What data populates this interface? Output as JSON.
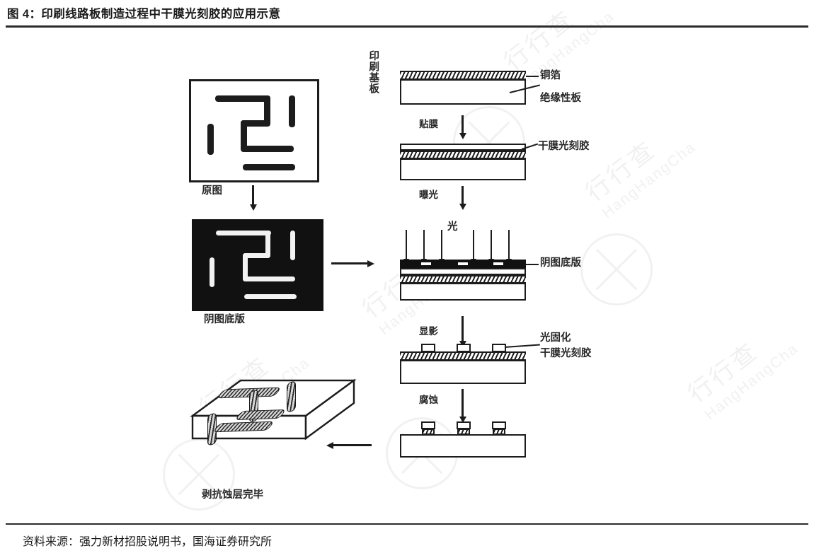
{
  "figure": {
    "title": "图 4：印刷线路板制造过程中干膜光刻胶的应用示意",
    "source": "资料来源：强力新材招股说明书，国海证券研究所"
  },
  "watermark": {
    "cn": "行行查",
    "en": "HangHangCha"
  },
  "diagram": {
    "type": "process-flow",
    "left_column": {
      "original_artwork_label": "原图",
      "negative_artwork_label": "阴图底版",
      "finished_board_label": "剥抗蚀层完毕"
    },
    "right_column": {
      "substrate_group_label": "印刷基板",
      "copper_foil_label": "铜箔",
      "insulating_board_label": "绝缘性板",
      "laminate_step_label": "贴膜",
      "dry_film_resist_label": "干膜光刻胶",
      "expose_step_label": "曝光",
      "light_label": "光",
      "negative_mask_label": "阴图底版",
      "develop_step_label": "显影",
      "photocured_label": "光固化",
      "photocured_resist_label": "干膜光刻胶",
      "etch_step_label": "腐蚀"
    },
    "steps": [
      "印刷基板（铜箔 / 绝缘性板）",
      "贴膜 → 干膜光刻胶",
      "曝光（光 / 阴图底版）",
      "显影 → 光固化干膜光刻胶",
      "腐蚀",
      "剥抗蚀层完毕"
    ],
    "colors": {
      "ink": "#1c1c1c",
      "paper": "#ffffff",
      "negative_fill": "#111111"
    }
  }
}
